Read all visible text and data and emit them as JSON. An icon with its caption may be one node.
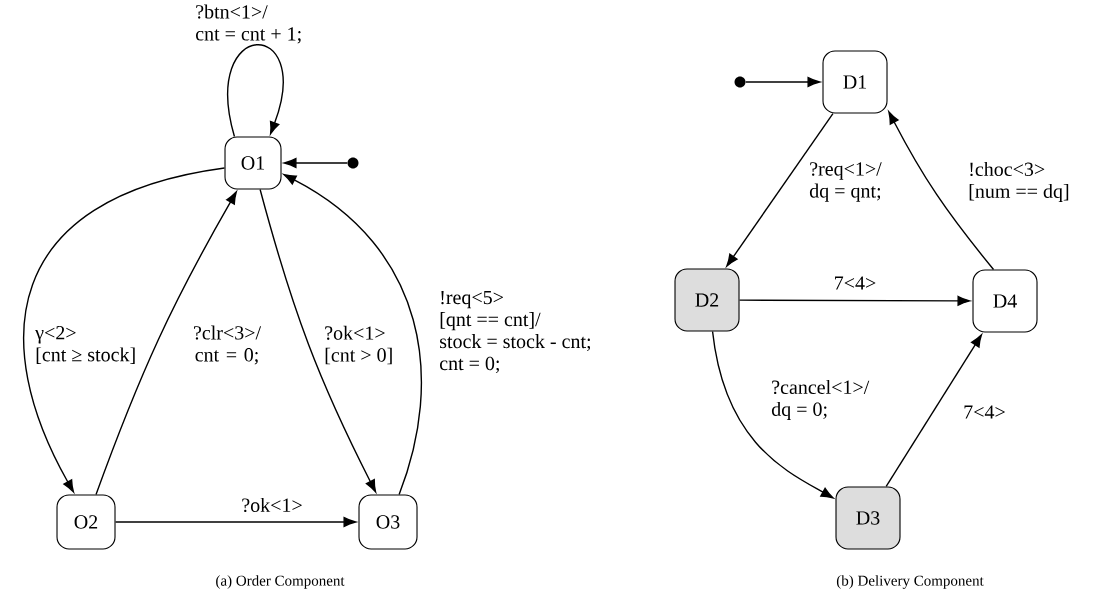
{
  "diagram": {
    "nodes": [
      {
        "text": [
          "O1"
        ]
      },
      {
        "text": [
          "O2"
        ]
      },
      {
        "text": [
          "O3"
        ]
      },
      {
        "text": [],
        "shape": "circle"
      },
      {
        "text": [
          "D1"
        ]
      },
      {
        "text": [
          "D2"
        ]
      },
      {
        "text": [
          "D3"
        ]
      },
      {
        "text": [
          "D4"
        ]
      },
      {
        "text": [],
        "shape": "circle"
      }
    ],
    "edges": [
      {
        "from": 0,
        "to": 0,
        "arrow": "to",
        "label": "?btn<1>/ cnt = cnt + 1;"
      },
      {
        "from": 3,
        "to": 0,
        "arrow": "to"
      },
      {
        "from": 0,
        "to": 1,
        "arrow": "to",
        "label": "γ<2> [cnt ≥ stock]"
      },
      {
        "from": 1,
        "to": 0,
        "arrow": "to",
        "label": "?clr<3>/ cnt = 0;"
      },
      {
        "from": 0,
        "to": 2,
        "arrow": "to",
        "label": "?ok<1> [cnt > 0]"
      },
      {
        "from": 2,
        "to": 0,
        "arrow": "to",
        "label": "!req<5> [qnt == cnt]/ stock = stock - cnt; cnt = 0;"
      },
      {
        "from": 1,
        "to": 2,
        "arrow": "to",
        "label": "?ok<1>"
      },
      {
        "from": 8,
        "to": 4,
        "arrow": "to"
      },
      {
        "from": 4,
        "to": 5,
        "arrow": "to",
        "label": "?req<1>/ dq = qnt;"
      },
      {
        "from": 7,
        "to": 4,
        "arrow": "to",
        "label": "!choc<3> [num == dq]"
      },
      {
        "from": 5,
        "to": 7,
        "arrow": "to",
        "label": "7<4>"
      },
      {
        "from": 5,
        "to": 6,
        "arrow": "to",
        "label": "?cancel<1>/ dq = 0;"
      },
      {
        "from": 6,
        "to": 7,
        "arrow": "to",
        "label": "7<4>"
      }
    ],
    "labels": [
      "(a) Order Component",
      "(b) Delivery Component"
    ]
  }
}
